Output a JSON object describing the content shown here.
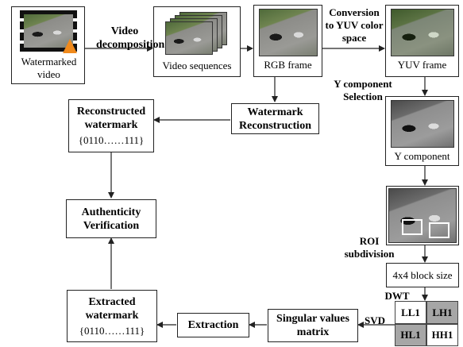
{
  "nodes": {
    "watermarked_video": "Watermarked video",
    "video_sequences": "Video sequences",
    "rgb_frame": "RGB frame",
    "yuv_frame": "YUV frame",
    "y_component": "Y component",
    "block_size": "4x4 block size",
    "watermark_reconstruction": "Watermark Reconstruction",
    "reconstructed_watermark_title": "Reconstructed watermark",
    "reconstructed_watermark_bits": "{0110……111}",
    "authenticity_verification": "Authenticity Verification",
    "extracted_watermark_title": "Extracted watermark",
    "extracted_watermark_bits": "{0110……111}",
    "extraction": "Extraction",
    "singular_values_matrix": "Singular values matrix"
  },
  "edges": {
    "video_decomposition": "Video decomposition",
    "conversion_yuv": "Conversion to YUV color space",
    "y_selection": "Y component Selection",
    "roi_subdivision": "ROI subdivision",
    "dwt": "DWT",
    "svd": "SVD"
  },
  "dwt_subbands": [
    "LL1",
    "LH1",
    "HL1",
    "HH1"
  ],
  "colors": {
    "shaded_subband": "#a6a6a6",
    "vlc_cone": "#f08a1c"
  },
  "icons": [
    "film-strip-icon",
    "vlc-cone-icon"
  ]
}
